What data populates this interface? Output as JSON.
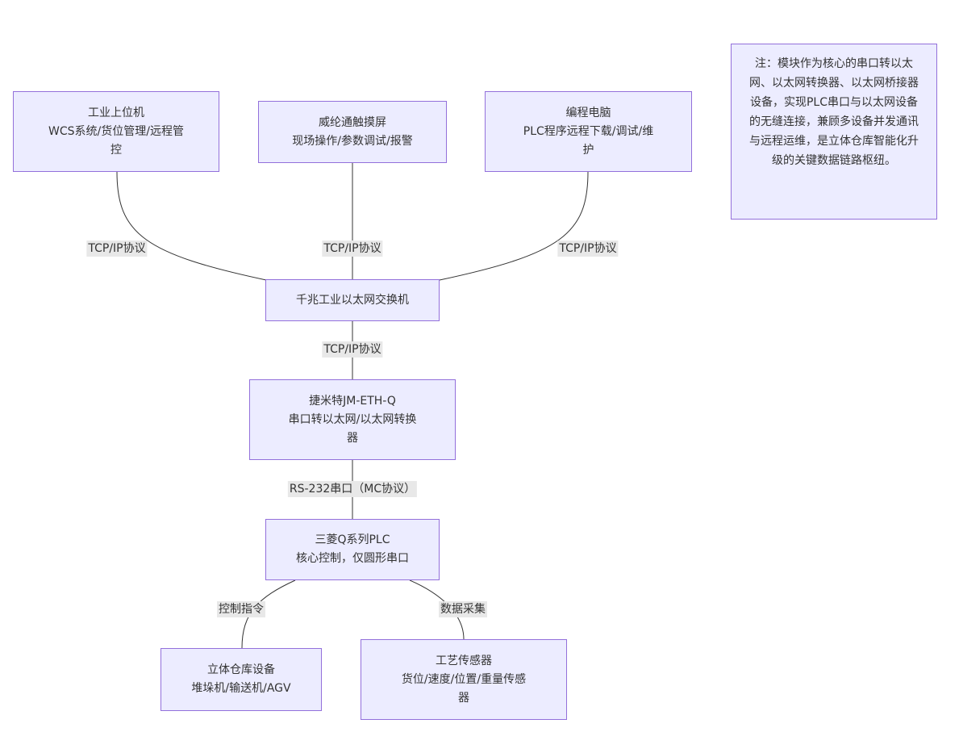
{
  "nodes": {
    "host": [
      "工业上位机",
      "WCS系统/货位管理/远程管",
      "控"
    ],
    "touch": [
      "威纶通触摸屏",
      "现场操作/参数调试/报警"
    ],
    "pc": [
      "编程电脑",
      "PLC程序远程下载/调试/维",
      "护"
    ],
    "switch": [
      "千兆工业以太网交换机"
    ],
    "converter": [
      "捷米特JM-ETH-Q",
      "串口转以太网/以太网转换",
      "器"
    ],
    "plc": [
      "三菱Q系列PLC",
      "核心控制，仅圆形串口"
    ],
    "storage": [
      "立体仓库设备",
      "堆垛机/输送机/AGV"
    ],
    "sensor": [
      "工艺传感器",
      "货位/速度/位置/重量传感",
      "器"
    ]
  },
  "edges": {
    "host_switch": "TCP/IP协议",
    "touch_switch": "TCP/IP协议",
    "pc_switch": "TCP/IP协议",
    "switch_converter": "TCP/IP协议",
    "converter_plc": "RS-232串口（MC协议）",
    "plc_storage": "控制指令",
    "plc_sensor": "数据采集"
  },
  "note": "注：模块作为核心的串口转以太网、以太网转换器、以太网桥接器设备，实现PLC串口与以太网设备的无缝连接，兼顾多设备并发通讯与远程运维，是立体仓库智能化升级的关键数据链路枢纽。"
}
